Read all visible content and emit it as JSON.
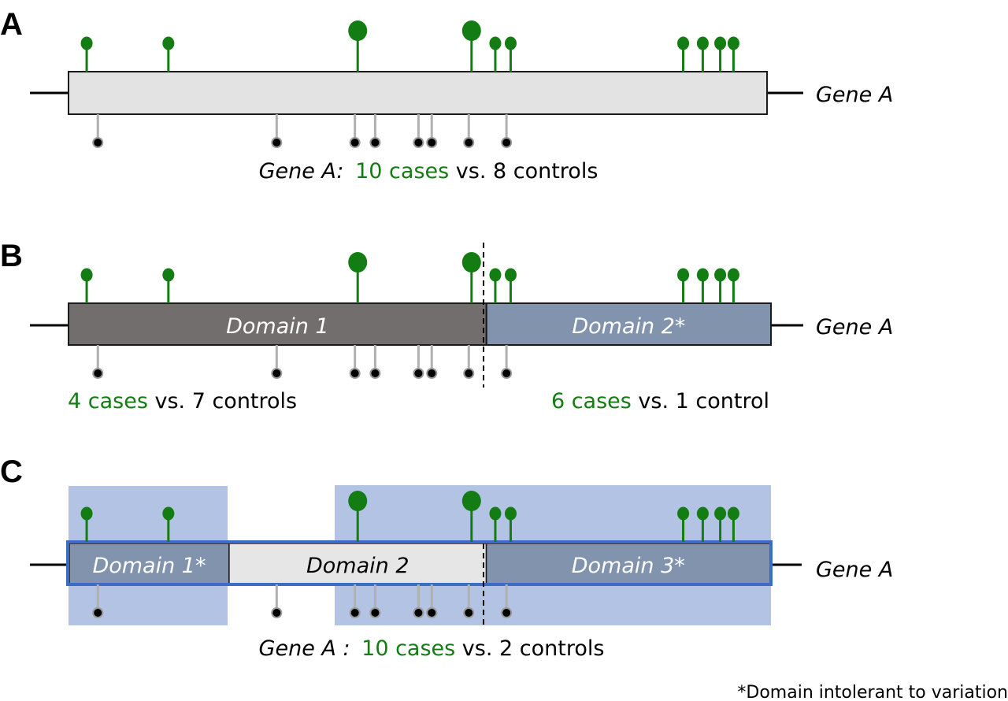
{
  "colors": {
    "case": "#137c13",
    "control_stem": "#b0b0b0",
    "control_head": "#000000",
    "gene_box": "#e3e3e3",
    "domain_dark": "#726e6e",
    "domain_blue": "#8193ad",
    "highlight": "#b3c3e4",
    "highlight_border": "#3d6cc6"
  },
  "gene_label": "Gene A",
  "case_positions": [
    0.026,
    0.143,
    0.414,
    0.577,
    0.611,
    0.633,
    0.88,
    0.908,
    0.933,
    0.952
  ],
  "case_large": [
    false,
    false,
    true,
    true,
    false,
    false,
    false,
    false,
    false,
    false
  ],
  "control_positions": [
    0.042,
    0.298,
    0.41,
    0.439,
    0.501,
    0.52,
    0.573,
    0.627
  ],
  "panels": {
    "A": {
      "label": "A",
      "caption": {
        "prefix": "Gene A:",
        "cases": "10 cases",
        "rest": " vs. 8 controls"
      }
    },
    "B": {
      "label": "B",
      "domains": [
        {
          "name": "Domain 1",
          "start": 0.0,
          "end": 0.595
        },
        {
          "name": "Domain 2*",
          "start": 0.595,
          "end": 1.0
        }
      ],
      "left_caption": {
        "cases": "4 cases",
        "rest": " vs. 7 controls"
      },
      "right_caption": {
        "cases": "6 cases",
        "rest": " vs. 1 control"
      }
    },
    "C": {
      "label": "C",
      "domains": [
        {
          "name": "Domain 1*",
          "start": 0.0,
          "end": 0.228
        },
        {
          "name": "Domain 2",
          "start": 0.228,
          "end": 0.595
        },
        {
          "name": "Domain 3*",
          "start": 0.595,
          "end": 1.0
        }
      ],
      "caption": {
        "prefix": "Gene A :",
        "cases": "10 cases",
        "rest": " vs. 2 controls"
      }
    }
  },
  "footnote": "*Domain intolerant to variation"
}
